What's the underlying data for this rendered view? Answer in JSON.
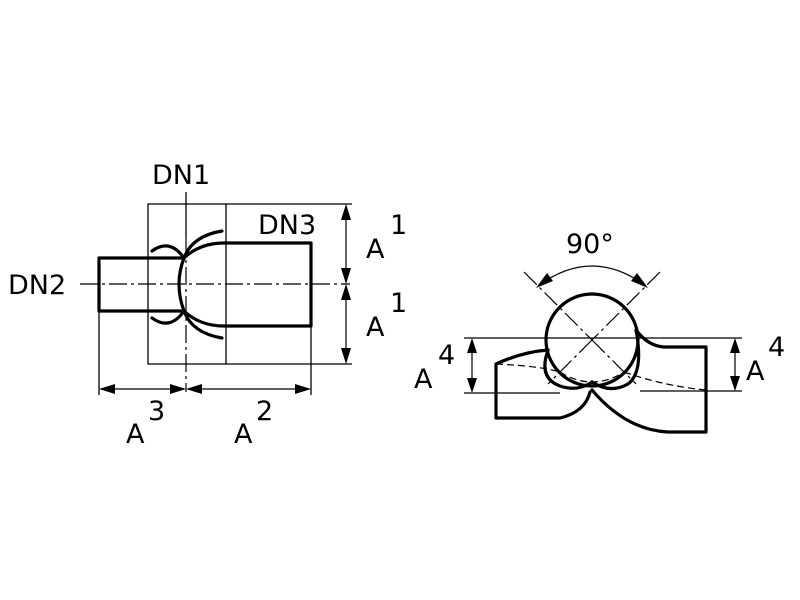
{
  "labels": {
    "dn1": "DN1",
    "dn2": "DN2",
    "dn3": "DN3",
    "a1_top": {
      "letter": "A",
      "index": "1"
    },
    "a1_bottom": {
      "letter": "A",
      "index": "1"
    },
    "a2": {
      "letter": "A",
      "index": "2"
    },
    "a3": {
      "letter": "A",
      "index": "3"
    },
    "a4_left": {
      "letter": "A",
      "index": "4"
    },
    "a4_right": {
      "letter": "A",
      "index": "4"
    },
    "angle": "90°"
  },
  "colors": {
    "ink": "#000000",
    "background": "#ffffff"
  }
}
